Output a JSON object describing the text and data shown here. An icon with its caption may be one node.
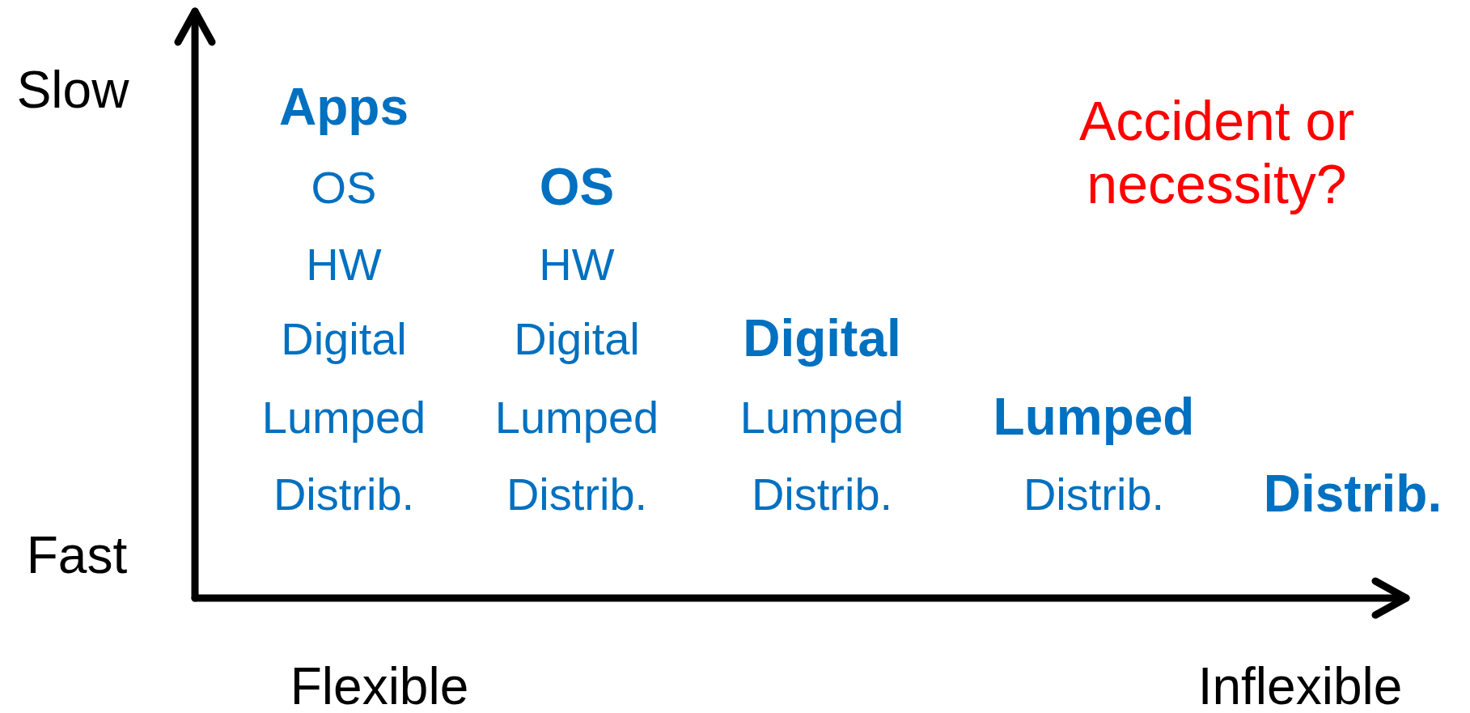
{
  "diagram": {
    "labels": [
      "Slow",
      "Apps",
      "Accident or necessity?",
      "OS",
      "OS",
      "HW",
      "HW",
      "Digital",
      "Digital",
      "Digital",
      "Lumped",
      "Lumped",
      "Lumped",
      "Lumped",
      "Distrib.",
      "Distrib.",
      "Distrib.",
      "Distrib.",
      "Distrib.",
      "Fast",
      "Flexible",
      "Inflexible"
    ]
  }
}
